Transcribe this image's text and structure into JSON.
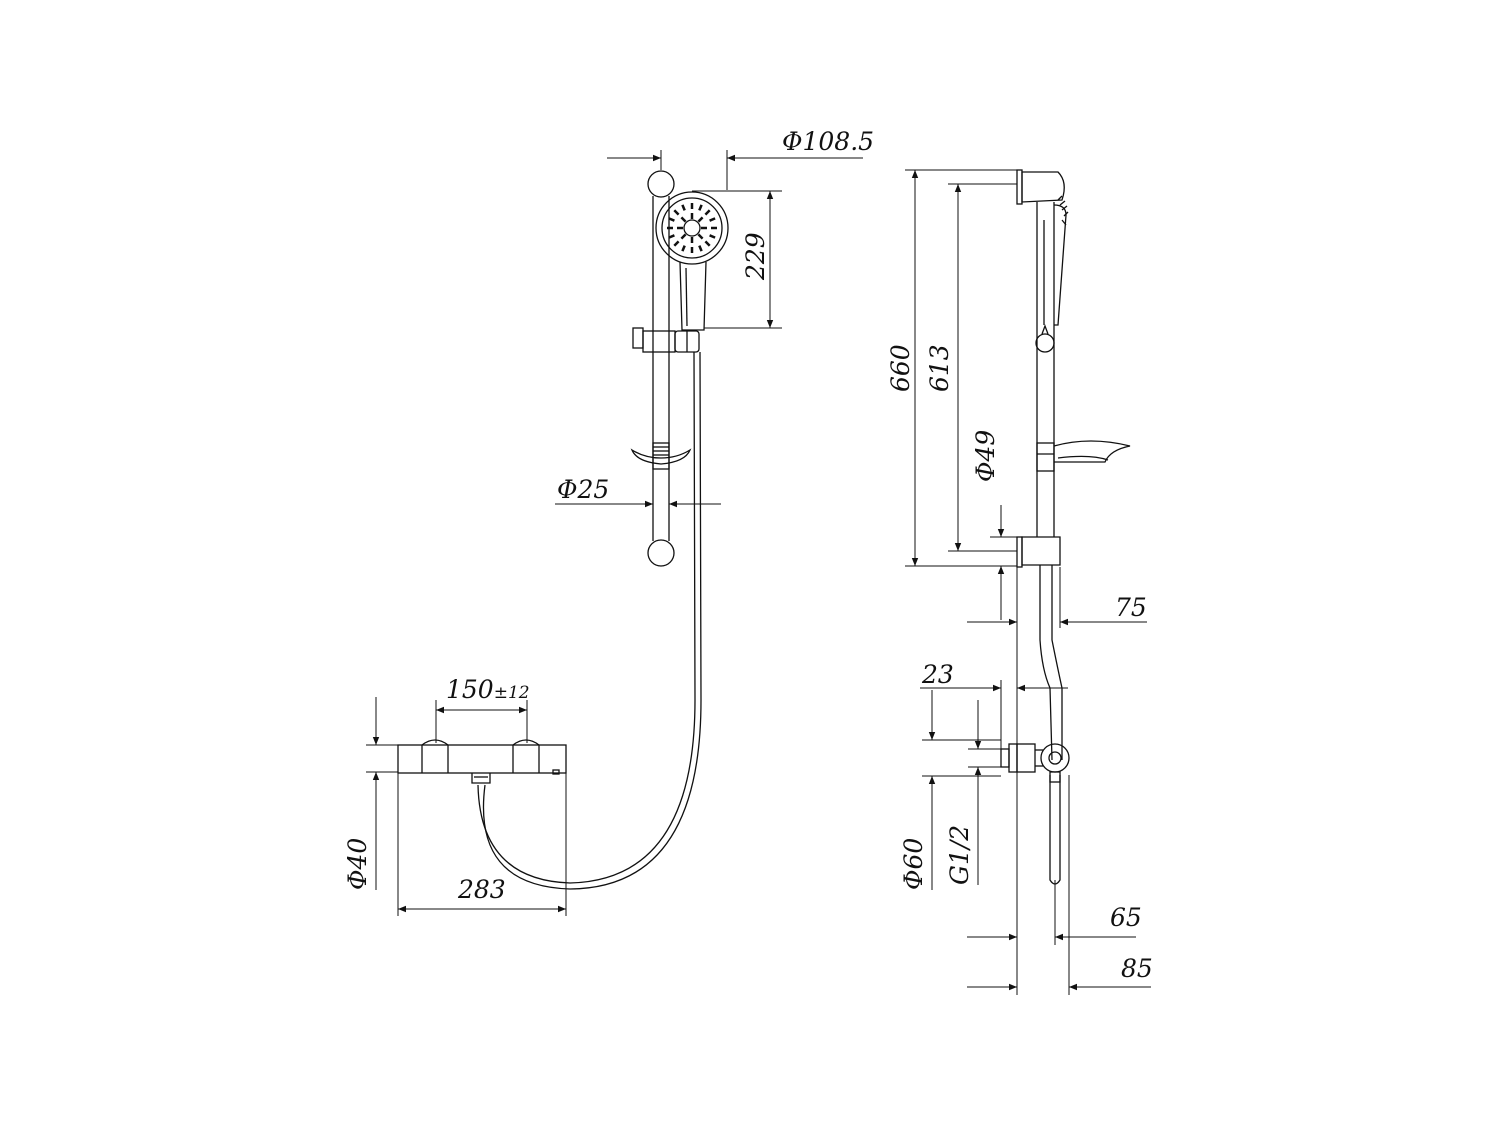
{
  "front_view": {
    "dim_head_diameter": "Φ108.5",
    "dim_head_length": "229",
    "dim_rail_diameter": "Φ25",
    "dim_valve_spacing": "150",
    "dim_valve_spacing_tol": "±12",
    "dim_body_diameter": "Φ40",
    "dim_body_length": "283"
  },
  "side_view": {
    "dim_rail_total": "660",
    "dim_bracket_spacing": "613",
    "dim_bracket_diameter": "Φ49",
    "dim_rail_offset": "75",
    "dim_inlet_offset": "23",
    "dim_inlet_diameter": "Φ60",
    "dim_thread": "G1/2",
    "dim_hose_offset": "65",
    "dim_total_depth": "85"
  }
}
